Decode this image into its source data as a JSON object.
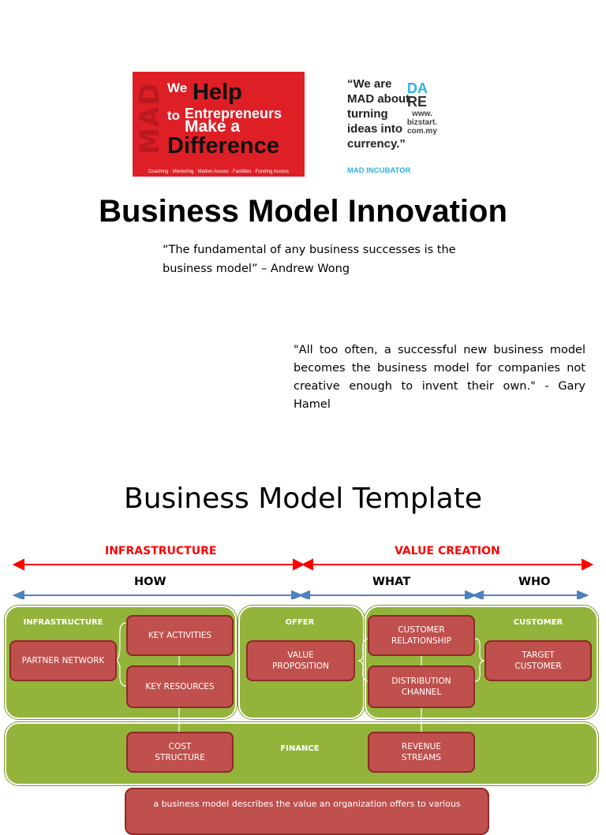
{
  "logos": {
    "mad": {
      "vertical": "MAD",
      "we": "We",
      "help": "Help",
      "to": "to",
      "entrepreneurs": "Entrepreneurs",
      "make_a": "Make a",
      "difference": "Difference",
      "services": "Coaching · Mentoring · Market Access · Facilities · Funding Access"
    },
    "dare": {
      "quote": "“We are MAD about turning ideas into currency.”",
      "credit": "MAD INCUBATOR",
      "logo_top": "DA",
      "logo_bottom": "RE",
      "url": "www. bizstart. com.my"
    }
  },
  "title": "Business Model Innovation",
  "quote_wong": "“The fundamental of any business successes is the business model” – Andrew Wong",
  "quote_hamel": "\"All too often, a successful new business model becomes the business model for companies not creative enough to invent their own.\"        - Gary Hamel",
  "template_title": "Business Model Template",
  "diagram": {
    "colors": {
      "red_arrow": "#ff0000",
      "blue_arrow": "#4f81bd",
      "panel": "#93b33b",
      "box": "#c0504d"
    },
    "headers": {
      "infrastructure": "INFRASTRUCTURE",
      "value_creation": "VALUE CREATION",
      "how": "HOW",
      "what": "WHAT",
      "who": "WHO"
    },
    "panels": {
      "infrastructure": "INFRASTRUCTURE",
      "offer": "OFFER",
      "customer": "CUSTOMER",
      "finance": "FINANCE"
    },
    "boxes": {
      "partner_network": "PARTNER NETWORK",
      "key_activities": "KEY ACTIVITIES",
      "key_resources": "KEY RESOURCES",
      "value_proposition": "VALUE PROPOSITION",
      "customer_relationship": "CUSTOMER RELATIONSHIP",
      "distribution_channel": "DISTRIBUTION CHANNEL",
      "target_customer": "TARGET CUSTOMER",
      "cost_structure": "COST STRUCTURE",
      "revenue_streams": "REVENUE STREAMS"
    },
    "bottom_note": "a business model describes the value an organization offers to various"
  }
}
